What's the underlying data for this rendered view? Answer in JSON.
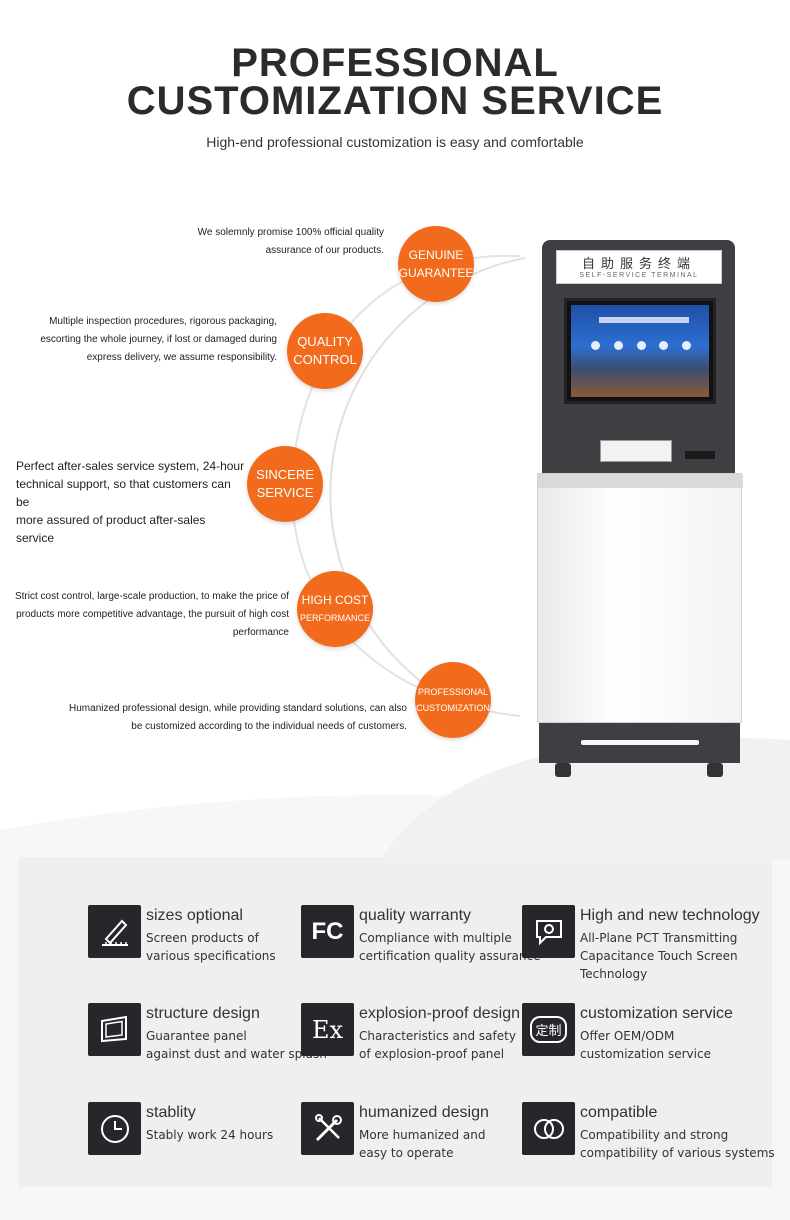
{
  "header": {
    "title_line1": "PROFESSIONAL",
    "title_line2": "CUSTOMIZATION SERVICE",
    "subtitle": "High-end professional customization is easy and comfortable"
  },
  "services": [
    {
      "title_line1": "GENUINE",
      "title_line2": "GUARANTEE",
      "desc_line1": "We solemnly promise 100% official quality",
      "desc_line2": "assurance of our products.",
      "desc_line3": ""
    },
    {
      "title_line1": "QUALITY",
      "title_line2": "CONTROL",
      "desc_line1": "Multiple inspection procedures, rigorous packaging,",
      "desc_line2": "escorting the whole journey, if lost or damaged during",
      "desc_line3": "express delivery, we assume responsibility."
    },
    {
      "title_line1": "SINCERE",
      "title_line2": "SERVICE",
      "desc_line1": "Perfect after-sales service system, 24-hour",
      "desc_line2": "technical support, so that customers can be",
      "desc_line3": "more assured of product after-sales service"
    },
    {
      "title_line1": "HIGH COST",
      "title_line2": "PERFORMANCE",
      "desc_line1": "Strict cost control, large-scale production, to make the price of",
      "desc_line2": "products more competitive advantage, the pursuit of high cost",
      "desc_line3": "performance"
    },
    {
      "title_line1": "PROFESSIONAL",
      "title_line2": "CUSTOMIZATION",
      "desc_line1": "Humanized professional design, while providing standard solutions, can also",
      "desc_line2": "be customized according to the individual needs of customers.",
      "desc_line3": ""
    }
  ],
  "kiosk": {
    "label_cn": "自助服务终端",
    "label_en": "SELF-SERVICE TERMINAL"
  },
  "features": [
    {
      "icon": "pen-ruler-icon",
      "title": "sizes optional",
      "desc_line1": "Screen products of",
      "desc_line2": "various specifications",
      "desc_line3": ""
    },
    {
      "icon": "fc-icon",
      "icon_text": "FC",
      "title": "quality warranty",
      "desc_line1": "Compliance with multiple",
      "desc_line2": "certification quality assurance",
      "desc_line3": ""
    },
    {
      "icon": "chat-gear-icon",
      "title": "High and new technology",
      "desc_line1": "All-Plane PCT Transmitting",
      "desc_line2": "Capacitance Touch Screen",
      "desc_line3": "Technology"
    },
    {
      "icon": "monitor-icon",
      "title": "structure design",
      "desc_line1": "Guarantee panel",
      "desc_line2": "against dust and water splash",
      "desc_line3": ""
    },
    {
      "icon": "ex-icon",
      "icon_text": "Ex",
      "title": "explosion-proof design",
      "desc_line1": "Characteristics and safety",
      "desc_line2": "of explosion-proof panel",
      "desc_line3": ""
    },
    {
      "icon": "cloud-custom-icon",
      "icon_text": "定制",
      "title": "customization service",
      "desc_line1": "Offer OEM/ODM",
      "desc_line2": "customization service",
      "desc_line3": ""
    },
    {
      "icon": "clock-icon",
      "title": "stablity",
      "desc_line1": "Stably work 24 hours",
      "desc_line2": "",
      "desc_line3": ""
    },
    {
      "icon": "tools-icon",
      "title": "humanized design",
      "desc_line1": "More humanized and",
      "desc_line2": "easy to operate",
      "desc_line3": ""
    },
    {
      "icon": "rings-icon",
      "title": "compatible",
      "desc_line1": "Compatibility and strong",
      "desc_line2": "compatibility of various systems",
      "desc_line3": ""
    }
  ],
  "colors": {
    "accent_orange": "#f26b1d",
    "title_dark": "#2b2b2b",
    "icon_bg": "#25272a",
    "panel_bg": "#efefef"
  }
}
